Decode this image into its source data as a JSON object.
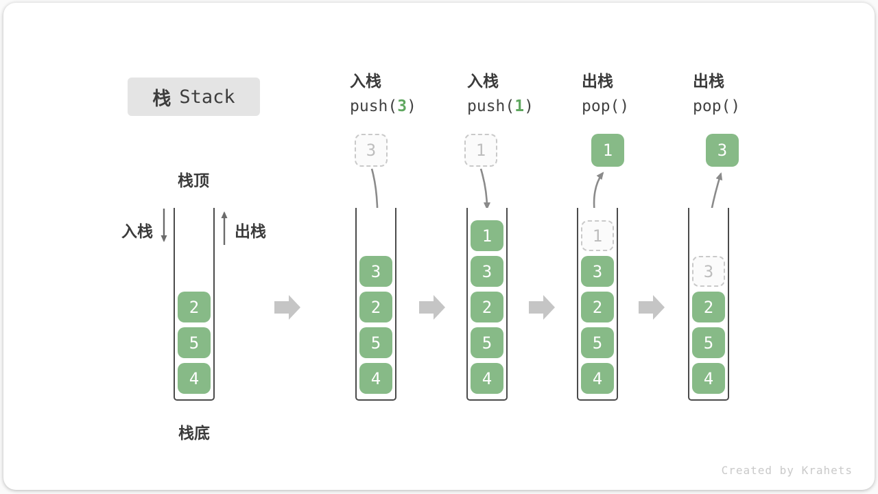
{
  "title": {
    "zh": "栈",
    "en": "Stack"
  },
  "labels": {
    "stack_top": "栈顶",
    "stack_bottom": "栈底",
    "push": "入栈",
    "pop": "出栈"
  },
  "watermark": "Created by Krahets",
  "colors": {
    "box_green": "#87BA87",
    "code_arg_green": "#5FA75F",
    "dashed_border": "#C9C9C9",
    "dashed_text": "#BDBDBD",
    "container_border": "#4A4A4A",
    "curved_arrow": "#8A8A8A",
    "block_arrow": "#C5C5C5",
    "title_bg": "#E4E4E4",
    "dark_text": "#3B3B3B",
    "watermark_gray": "#C9C9C9"
  },
  "columns": [
    {
      "name": "initial",
      "stack": [
        {
          "value": "2"
        },
        {
          "value": "5"
        },
        {
          "value": "4"
        }
      ]
    },
    {
      "name": "push-3",
      "op": {
        "zh": "入栈",
        "code_prefix": "push(",
        "code_arg": "3",
        "code_suffix": ")"
      },
      "floating": {
        "value": "3",
        "style": "dashed"
      },
      "stack": [
        {
          "value": "3"
        },
        {
          "value": "2"
        },
        {
          "value": "5"
        },
        {
          "value": "4"
        }
      ]
    },
    {
      "name": "push-1",
      "op": {
        "zh": "入栈",
        "code_prefix": "push(",
        "code_arg": "1",
        "code_suffix": ")"
      },
      "floating": {
        "value": "1",
        "style": "dashed"
      },
      "stack": [
        {
          "value": "1"
        },
        {
          "value": "3"
        },
        {
          "value": "2"
        },
        {
          "value": "5"
        },
        {
          "value": "4"
        }
      ]
    },
    {
      "name": "pop-1",
      "op": {
        "zh": "出栈",
        "code_prefix": "pop()",
        "code_arg": "",
        "code_suffix": ""
      },
      "floating": {
        "value": "1",
        "style": "solid"
      },
      "stack": [
        {
          "value": "1",
          "style": "ghost"
        },
        {
          "value": "3"
        },
        {
          "value": "2"
        },
        {
          "value": "5"
        },
        {
          "value": "4"
        }
      ]
    },
    {
      "name": "pop-3",
      "op": {
        "zh": "出栈",
        "code_prefix": "pop()",
        "code_arg": "",
        "code_suffix": ""
      },
      "floating": {
        "value": "3",
        "style": "solid"
      },
      "stack": [
        {
          "value": "3",
          "style": "ghost"
        },
        {
          "value": "2"
        },
        {
          "value": "5"
        },
        {
          "value": "4"
        }
      ]
    }
  ]
}
